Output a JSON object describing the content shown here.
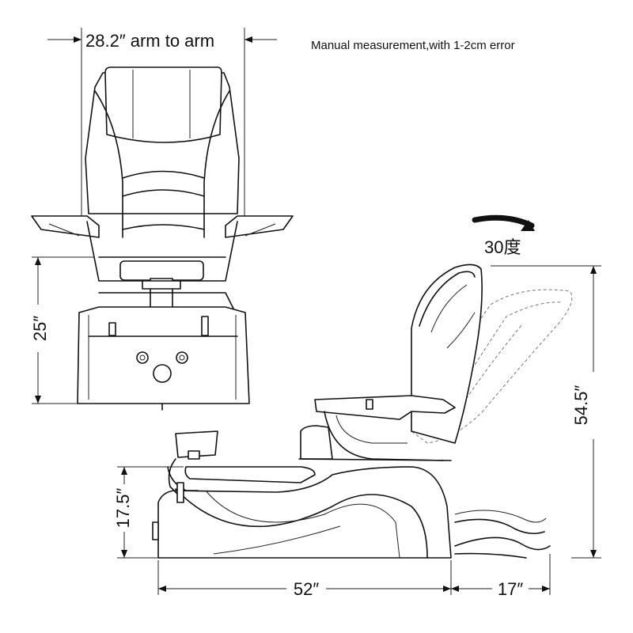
{
  "note": "Manual measurement,with 1-2cm error",
  "dimensions": {
    "arm_to_arm": "28.2″ arm to arm",
    "front_height": "25″",
    "total_height": "54.5″",
    "footrest_height": "17.5″",
    "base_length": "52″",
    "recline_extension": "17″"
  },
  "recline": {
    "label": "30度",
    "icon": "curved-arrow-icon"
  },
  "colors": {
    "line": "#111111",
    "dashed": "#777777",
    "background": "#ffffff"
  }
}
